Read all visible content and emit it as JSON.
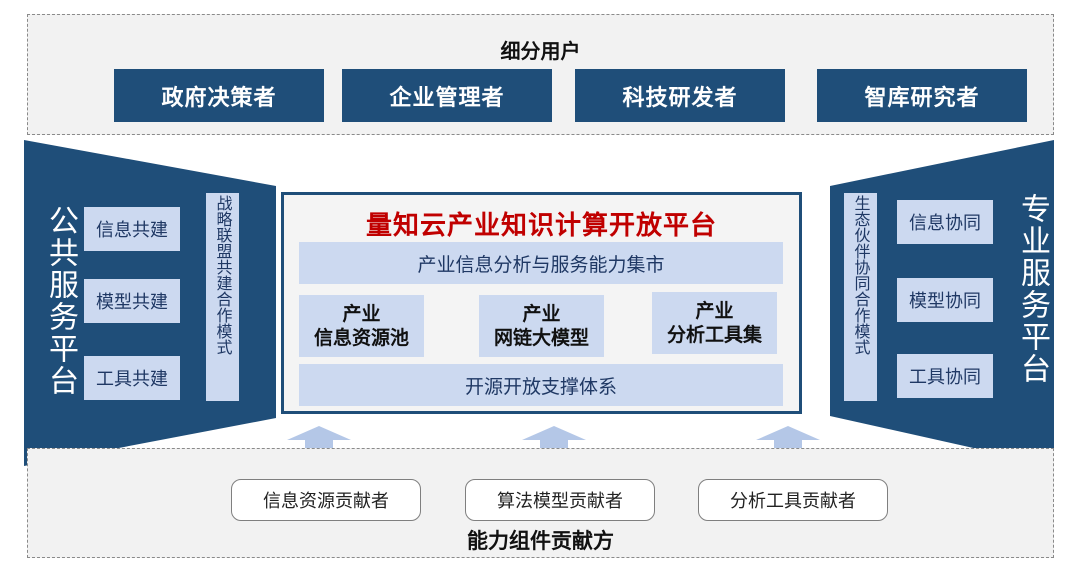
{
  "top": {
    "title": "细分用户",
    "users": [
      "政府决策者",
      "企业管理者",
      "科技研发者",
      "智库研究者"
    ]
  },
  "left_panel": {
    "title": "公共服务平台",
    "items": [
      "信息共建",
      "模型共建",
      "工具共建"
    ],
    "strip": "战略联盟共建合作模式"
  },
  "right_panel": {
    "title": "专业服务平台",
    "items": [
      "信息协同",
      "模型协同",
      "工具协同"
    ],
    "strip": "生态伙伴协同合作模式"
  },
  "center": {
    "title": "量知云产业知识计算开放平台",
    "top_bar": "产业信息分析与服务能力集市",
    "modules": [
      {
        "line1": "产业",
        "line2": "信息资源池"
      },
      {
        "line1": "产业",
        "line2": "网链大模型"
      },
      {
        "line1": "产业",
        "line2": "分析工具集"
      }
    ],
    "bottom_bar": "开源开放支撑体系"
  },
  "bottom": {
    "contributors": [
      "信息资源贡献者",
      "算法模型贡献者",
      "分析工具贡献者"
    ],
    "title": "能力组件贡献方"
  },
  "colors": {
    "navy": "#1f4e79",
    "light_blue": "#ccd9f0",
    "title_red": "#c00000",
    "band_gray": "#f2f2f2"
  }
}
